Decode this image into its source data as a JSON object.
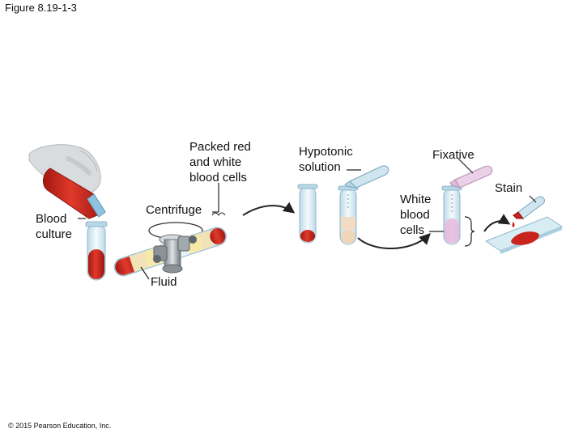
{
  "figure_label": "Figure 8.19-1-3",
  "copyright": "© 2015 Pearson Education, Inc.",
  "labels": {
    "packed_cells": "Packed red\nand white\nblood cells",
    "blood_culture": "Blood\nculture",
    "centrifuge": "Centrifuge",
    "fluid": "Fluid",
    "hypotonic": "Hypotonic\nsolution",
    "fixative": "Fixative",
    "white_blood_cells": "White\nblood\ncells",
    "stain": "Stain"
  },
  "colors": {
    "blood_red": "#c8231c",
    "tube_glass": "#d8ecf4",
    "tube_cap_blue": "#8cc4e0",
    "cell_layer": "#f3dcc4",
    "fixative_pink": "#e7b8dc",
    "straw_fluid": "#f5e8a8"
  }
}
